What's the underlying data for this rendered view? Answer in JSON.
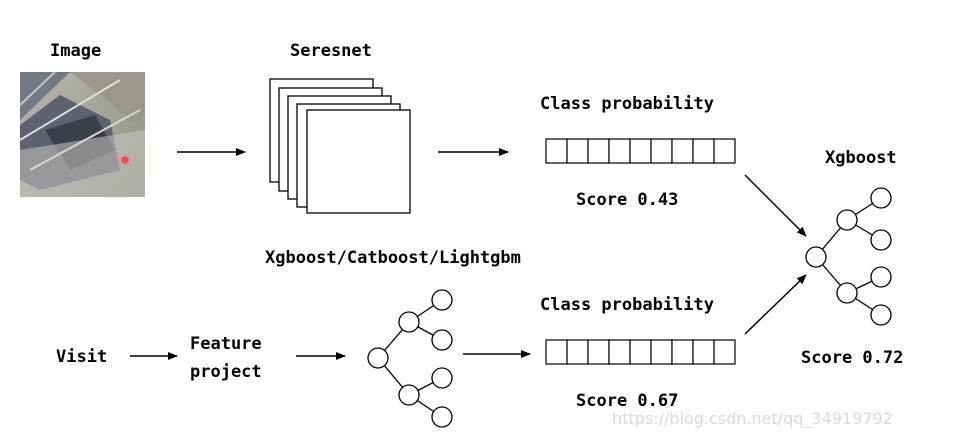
{
  "labels": {
    "image": "Image",
    "seresnet": "Seresnet",
    "class_prob_top": "Class probability",
    "score_top": "Score 0.43",
    "models": "Xgboost/Catboost/Lightgbm",
    "class_prob_bottom": "Class probability",
    "score_bottom": "Score 0.67",
    "xgboost": "Xgboost",
    "score_final": "Score 0.72",
    "visit": "Visit",
    "feature_line1": "Feature",
    "feature_line2": "project"
  },
  "watermark": "https://blog.csdn.net/qq_34919792",
  "colors": {
    "stroke": "#000000",
    "watermark": "#d9d9d9"
  }
}
